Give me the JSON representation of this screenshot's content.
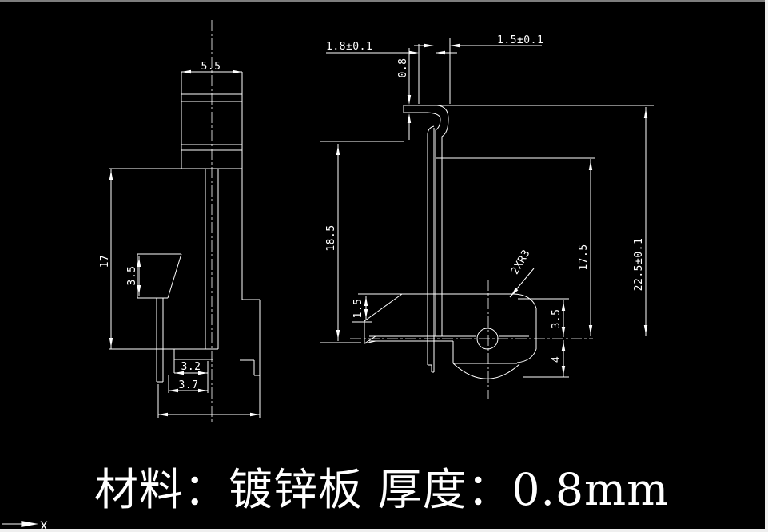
{
  "note": "材料：镀锌板 厚度：0.8mm",
  "ucs": {
    "x_label": "X"
  },
  "colors": {
    "background": "#000000",
    "line": "#ffffff",
    "text": "#ffffff",
    "border_side": "#efefef",
    "border_top": "#7d7d7d"
  },
  "views": {
    "front": {
      "dims": {
        "top_width": "5.5",
        "height": "17",
        "step_height": "3.5",
        "slot_width_inner": "3.2",
        "slot_width_outer": "3.7"
      }
    },
    "side": {
      "dims": {
        "hook_length": "1.8±0.1",
        "sheet_thickness": "0.8",
        "hook_gap": "1.5±0.1",
        "web_height": "18.5",
        "notch_height": "1.5",
        "corner_radius": "2XR3",
        "plate_height": "17.5",
        "overall_height": "22.5±0.1",
        "hole_offset_top": "3.5",
        "hole_offset_bottom": "4"
      }
    }
  }
}
